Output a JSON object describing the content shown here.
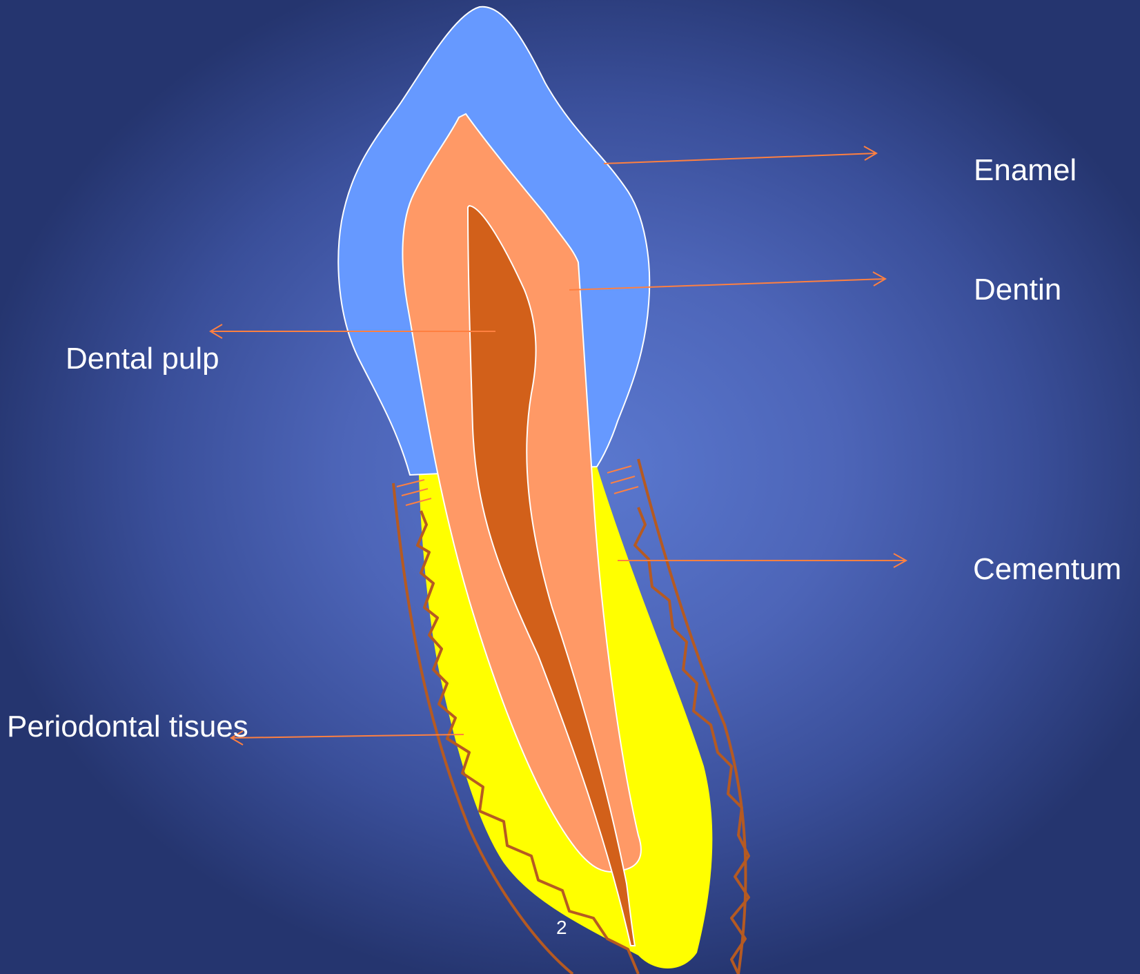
{
  "labels": {
    "enamel": "Enamel",
    "dentin": "Dentin",
    "dental_pulp": "Dental pulp",
    "cementum": "Cementum",
    "periodontal": "Periodontal tisues"
  },
  "page_number": "2",
  "colors": {
    "background": "#4d65b8",
    "enamel": "#6699ff",
    "dentin": "#ff9966",
    "pulp": "#d2601a",
    "cementum": "#ffff00",
    "periodontal_line": "#b55a22",
    "leader_line": "#ff8040",
    "text": "#ffffff"
  }
}
